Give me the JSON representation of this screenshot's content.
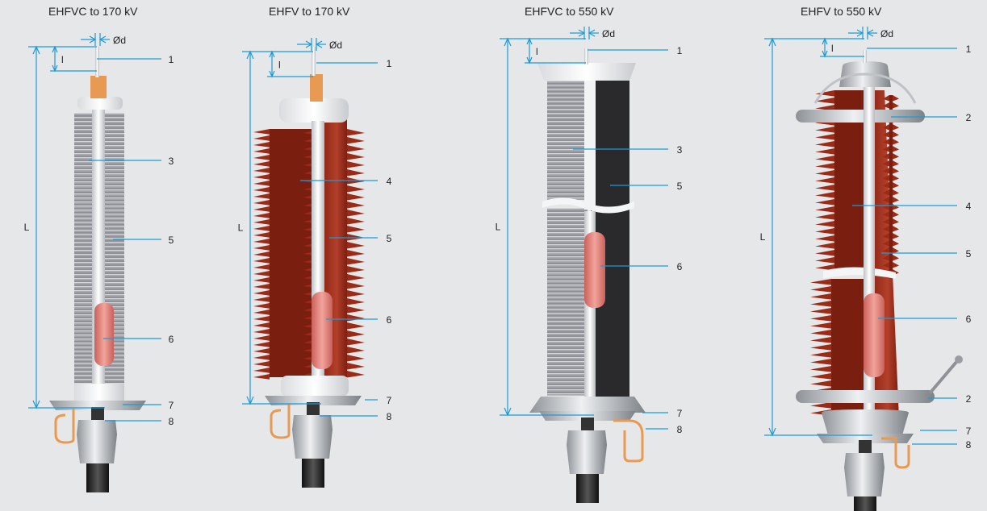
{
  "titles": [
    "EHFVC to 170 kV",
    "EHFV to 170 kV",
    "EHFVC to 550 kV",
    "EHFV to 550 kV"
  ],
  "dim_labels": {
    "length": "L",
    "insertion": "l",
    "diameter": "Ød"
  },
  "colors": {
    "leader": "#1e9ad6",
    "silicone": "#a9abb0",
    "porcelain": "#9b2a17",
    "stress_cone": "#e0807a",
    "metal": "#c9ccd0",
    "background": "#e6e7e8"
  },
  "units": [
    {
      "title_index": 0,
      "callouts": [
        "1",
        "3",
        "5",
        "6",
        "7",
        "8"
      ]
    },
    {
      "title_index": 1,
      "callouts": [
        "1",
        "4",
        "5",
        "6",
        "7",
        "8"
      ]
    },
    {
      "title_index": 2,
      "callouts": [
        "1",
        "3",
        "5",
        "6",
        "7",
        "8"
      ]
    },
    {
      "title_index": 3,
      "callouts": [
        "1",
        "2",
        "4",
        "5",
        "6",
        "2",
        "7",
        "8"
      ]
    }
  ]
}
